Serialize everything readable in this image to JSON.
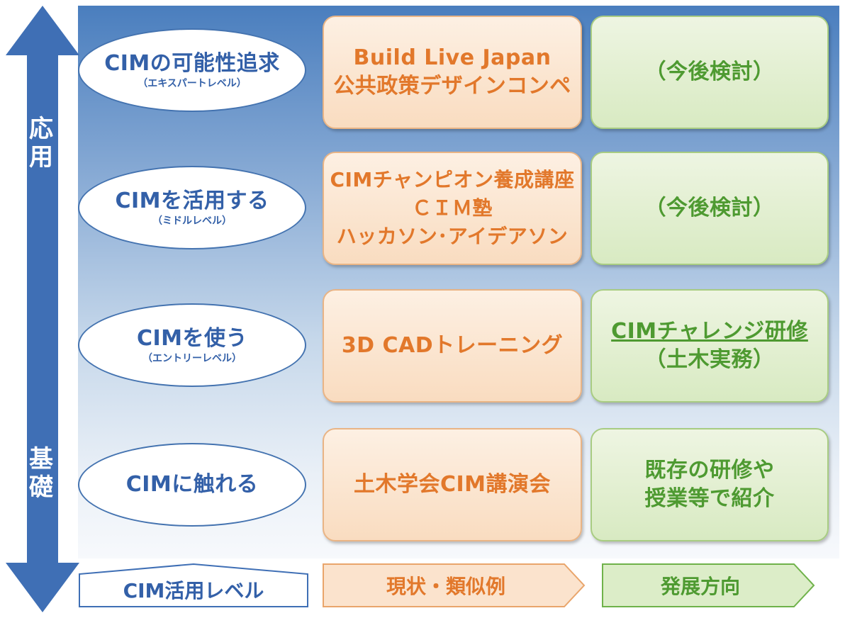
{
  "axis": {
    "top_label": "応用",
    "bottom_label": "基礎"
  },
  "levels": [
    {
      "title": "CIMの可能性追求",
      "sub": "（エキスパートレベル）"
    },
    {
      "title": "CIMを活用する",
      "sub": "（ミドルレベル）"
    },
    {
      "title": "CIMを使う",
      "sub": "（エントリーレベル）"
    },
    {
      "title": "CIMに触れる",
      "sub": ""
    }
  ],
  "current": [
    {
      "lines": [
        "Build Live Japan",
        "公共政策デザインコンペ"
      ]
    },
    {
      "lines": [
        "CIMチャンピオン養成講座",
        "ＣＩＭ塾",
        "ハッカソン･アイデアソン"
      ]
    },
    {
      "lines": [
        "3D CADトレーニング"
      ]
    },
    {
      "lines": [
        "土木学会CIM講演会"
      ]
    }
  ],
  "future": [
    {
      "lines": [
        "（今後検討）"
      ]
    },
    {
      "lines": [
        "（今後検討）"
      ]
    },
    {
      "lines": [
        "CIMチャレンジ研修",
        "（土木実務）"
      ]
    },
    {
      "lines": [
        "既存の研修や",
        "授業等で紹介"
      ]
    }
  ],
  "headers": {
    "levels": "CIM活用レベル",
    "current": "現状・類似例",
    "future": "発展方向"
  },
  "colors": {
    "blue": "#3f6fb5",
    "orange": "#e2782b",
    "green": "#4e9a31"
  }
}
